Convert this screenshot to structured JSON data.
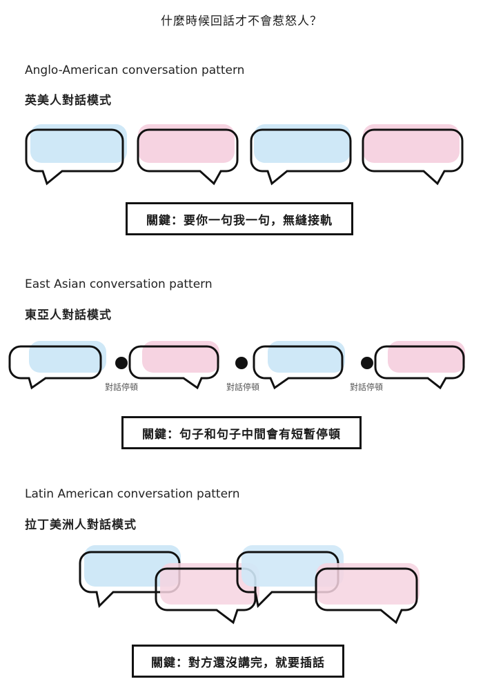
{
  "title": "什麼時候回話才不會惹怒人？",
  "colors": {
    "blue": "#cfe8f7",
    "pink": "#f6d3e1",
    "stroke": "#111111"
  },
  "sections": [
    {
      "label_en": "Anglo-American conversation pattern",
      "label_zh": "英美人對話模式",
      "key": "關鍵：要你一句我一句，無縫接軌"
    },
    {
      "label_en": "East Asian conversation pattern",
      "label_zh": "東亞人對話模式",
      "key": "關鍵：句子和句子中間會有短暫停頓",
      "pause_label": "對話停頓"
    },
    {
      "label_en": "Latin American conversation pattern",
      "label_zh": "拉丁美洲人對話模式",
      "key": "關鍵：對方還沒講完，就要插話"
    }
  ]
}
